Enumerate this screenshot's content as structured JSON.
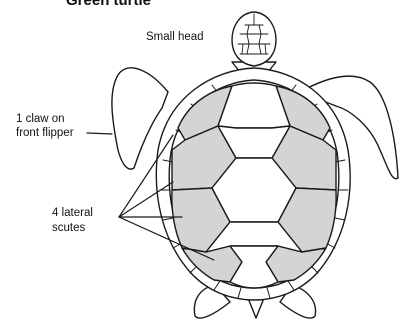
{
  "title": "Green turtle",
  "labels": {
    "head": "Small head",
    "claw_line1": "1 claw on",
    "claw_line2": "front flipper",
    "scutes_line1": "4 lateral",
    "scutes_line2": "scutes"
  },
  "colors": {
    "outline": "#1a1a1a",
    "lateral_scute_fill": "#d4d4d4",
    "background": "#ffffff"
  },
  "lateral_scutes_per_side": 4
}
